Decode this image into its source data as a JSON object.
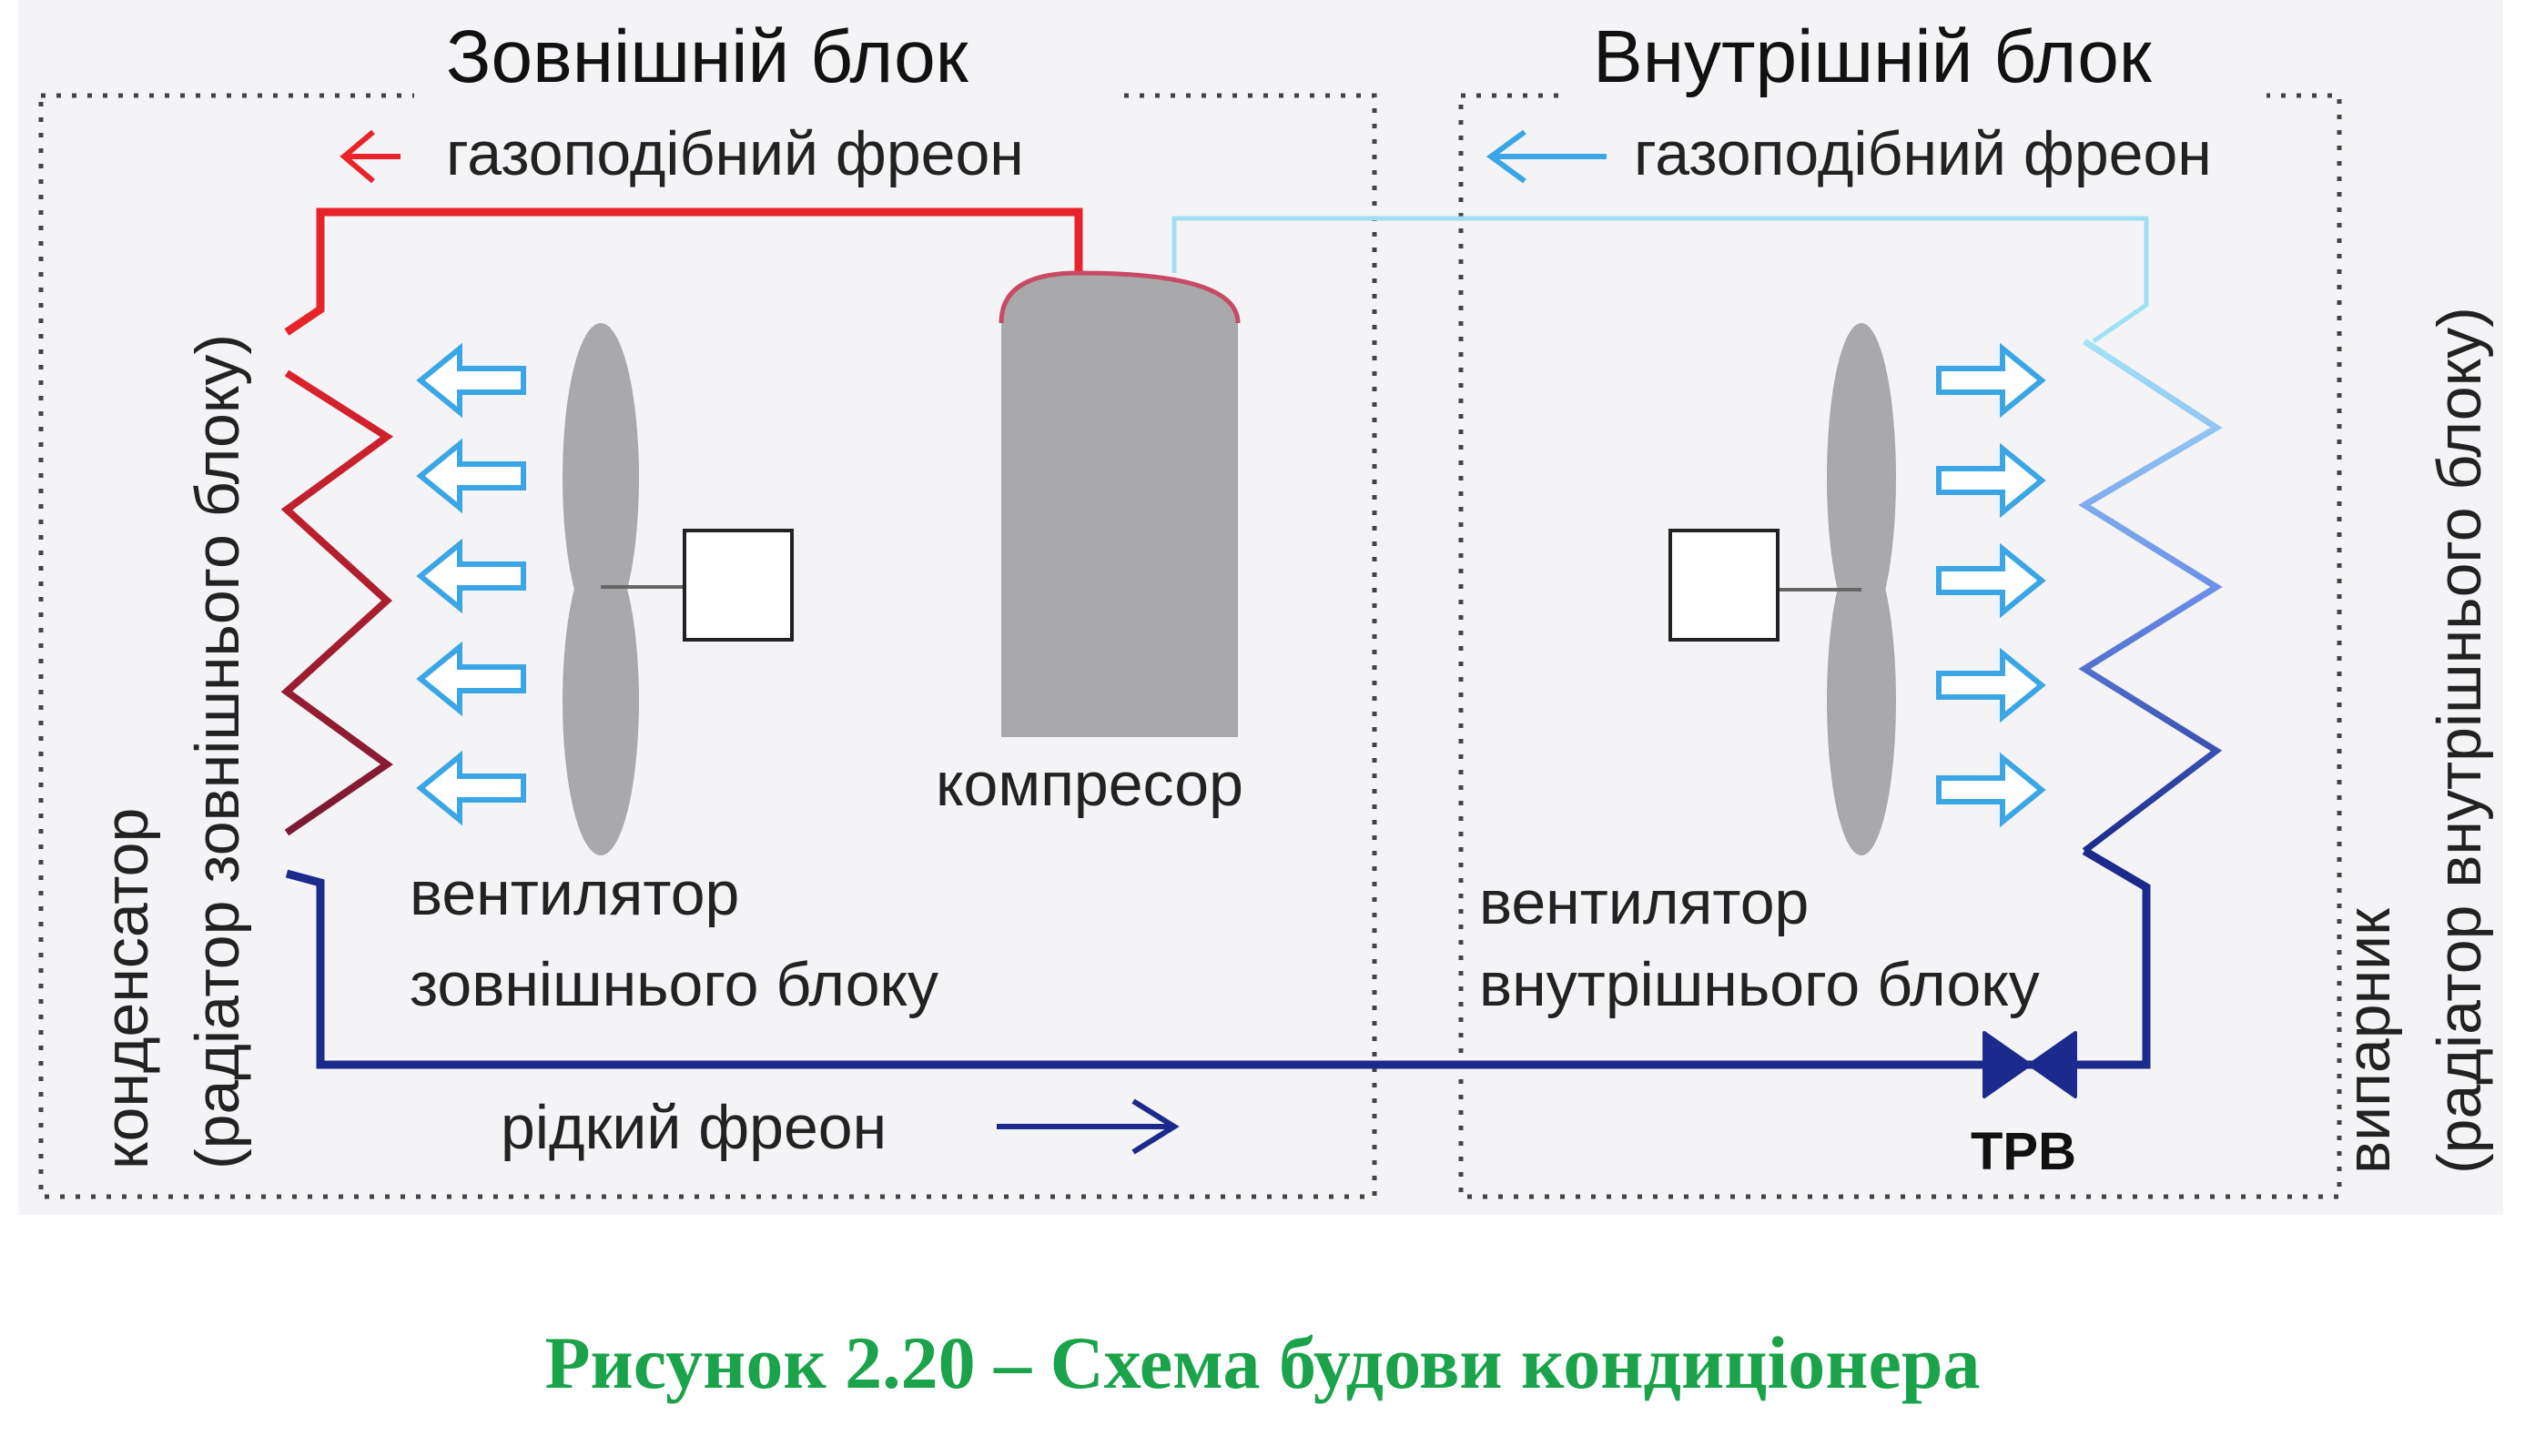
{
  "outdoor_unit": {
    "title": "Зовнішній блок",
    "gas_freon_label": "газоподібний фреон",
    "fan_label_line1": "вентилятор",
    "fan_label_line2": "зовнішнього блоку",
    "compressor_label": "компресор",
    "liquid_freon_label": "рідкий фреон",
    "condenser_label_line1": "конденсатор",
    "condenser_label_line2": "(радіатор зовнішнього блоку)"
  },
  "indoor_unit": {
    "title": "Внутрішній блок",
    "gas_freon_label": "газоподібний фреон",
    "fan_label_line1": "вентилятор",
    "fan_label_line2": "внутрішнього блоку",
    "evaporator_label_line1": "випарник",
    "evaporator_label_line2": "(радіатор внутрішнього блоку)",
    "valve_label": "ТРВ"
  },
  "caption": "Рисунок 2.20 – Схема будови кондиціонера",
  "colors": {
    "hot_gas": "#e8232a",
    "cold_gas": "#7fd6ef",
    "liquid": "#1b2a8c",
    "air_arrow": "#3aa6e6",
    "fan": "#a9a9ab",
    "caption": "#1aa34a",
    "background": "#f4f4f6"
  }
}
